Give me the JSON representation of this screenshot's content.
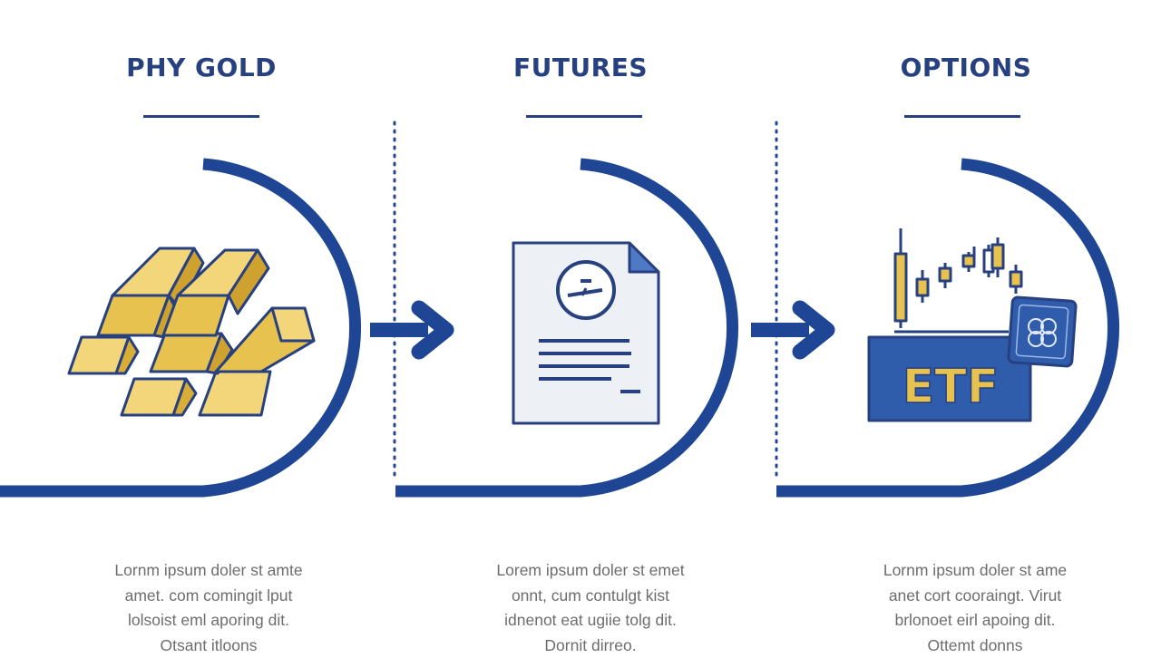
{
  "stages": [
    {
      "title": "PHY GOLD",
      "icon": "gold-bars-icon",
      "description": [
        "Lornm ipsum doler st amte",
        "amet. com comingit lput",
        "lolsoist eml aporing dit.",
        "Otsant itloons"
      ]
    },
    {
      "title": "FUTURES",
      "icon": "contract-document-icon",
      "description": [
        "Lorem ipsum doler st emet",
        "onnt, cum contulgt kist",
        "idnenot eat ugiie tolg dit.",
        "Dornit dirreo."
      ]
    },
    {
      "title": "OPTIONS",
      "icon": "etf-chart-icon",
      "badge": "ETF",
      "description": [
        "Lornm ipsum doler st ame",
        "anet cort cooraingt. Virut",
        "brlonoet eirl apoing dit.",
        "Ottemt donns"
      ]
    }
  ],
  "colors": {
    "navy": "#27407f",
    "arc_blue": "#1e4694",
    "gold": "#e8c24f",
    "gold_light": "#f2d679",
    "etf_blue": "#2f5cab",
    "etf_text": "#e8c24f",
    "doc_fill": "#edf0f5",
    "text_gray": "#6d6d6d"
  }
}
